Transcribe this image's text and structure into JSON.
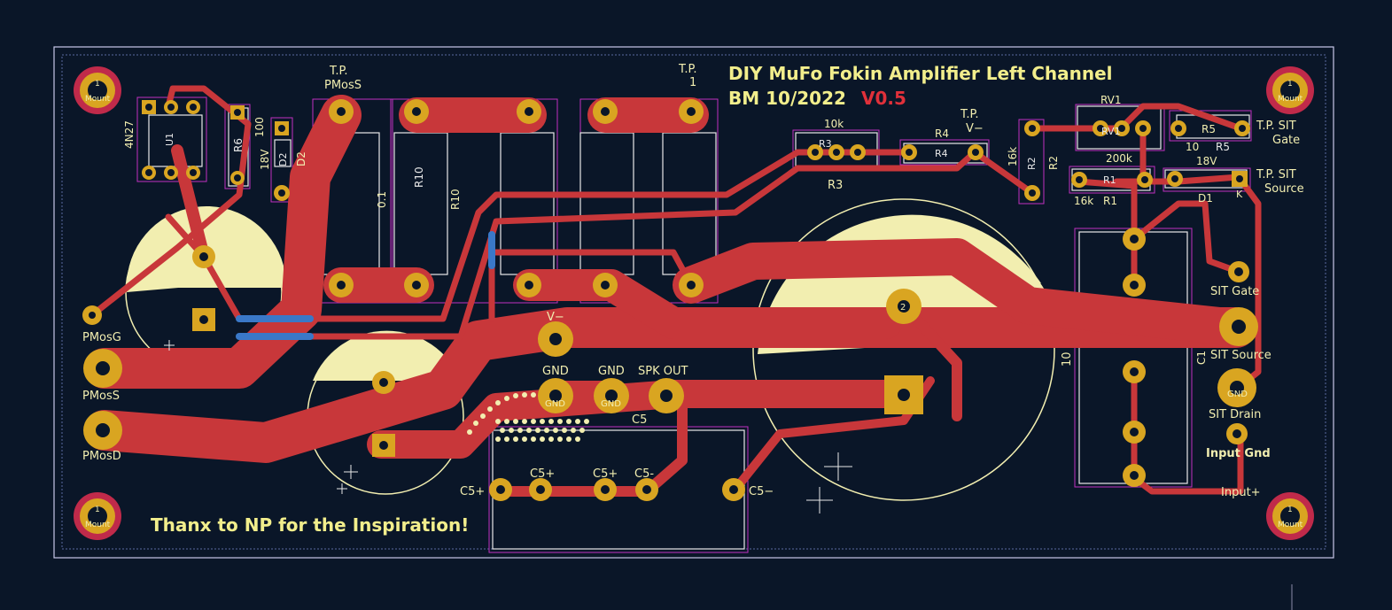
{
  "board": {
    "title_line1": "DIY MuFo Fokin Amplifier Left Channel",
    "title_line2": "BM 10/2022",
    "version": "V0.5",
    "footer": "Thanx to NP for the Inspiration!"
  },
  "colors": {
    "background": "#0a1628",
    "copper": "#c8373a",
    "pad": "#d9a521",
    "silkscreen": "#f2eeb0",
    "outline": "#c8c8e8",
    "courtyard": "#c030c0",
    "via_link": "#3a78c8"
  },
  "labels": {
    "tp_pmoss_a": "T.P.",
    "tp_pmoss_b": "PMosS",
    "tp1_a": "T.P.",
    "tp1_b": "1",
    "tp_vminus_a": "T.P.",
    "tp_vminus_b": "V−",
    "tp_sit_gate_a": "T.P. SIT",
    "tp_sit_gate_b": "Gate",
    "tp_sit_source_a": "T.P. SIT",
    "tp_sit_source_b": "Source",
    "u1": "U1",
    "opto": "4N27",
    "r6": "R6",
    "r6_val": "100",
    "d2": "D2",
    "d2_val": "18V",
    "d2_ref": "D2",
    "r10": "R10",
    "r10_val": "0.1",
    "r10_b": "R10",
    "r3_val": "10k",
    "r3": "R3",
    "r3_b": "R3",
    "r4": "R4",
    "r4_b": "R4",
    "r2": "R2",
    "r2_b": "R2",
    "r2_val": "16k",
    "rv1": "RV1",
    "rv1_b": "RV1",
    "rv1_val": "200k",
    "r5": "R5",
    "r5_b": "R5",
    "r5_val": "10",
    "r1": "R1",
    "r1_val": "16k",
    "r1_b": "R1",
    "d1": "D1",
    "d1_val": "18V",
    "d1_k": "K",
    "pmosg": "PMosG",
    "pmoss": "PMosS",
    "pmosd": "PMosD",
    "vminus": "V−",
    "gnd1": "GND",
    "gnd2": "GND",
    "spk_out": "SPK OUT",
    "c5": "C5",
    "c5p1": "C5+",
    "c5p2": "C5+",
    "c5p3": "C5+",
    "c5m1": "C5-",
    "c5m2": "C5−",
    "sit_gate": "SIT Gate",
    "sit_source": "SIT Source",
    "sit_drain": "SIT Drain",
    "input_gnd": "Input Gnd",
    "input_plus": "Input+",
    "c1": "C1",
    "c1_val": "10",
    "mount": "Mount",
    "pad_num1": "1",
    "pad_num2": "2",
    "pad_gnd": "GND",
    "pad_1": "1"
  }
}
